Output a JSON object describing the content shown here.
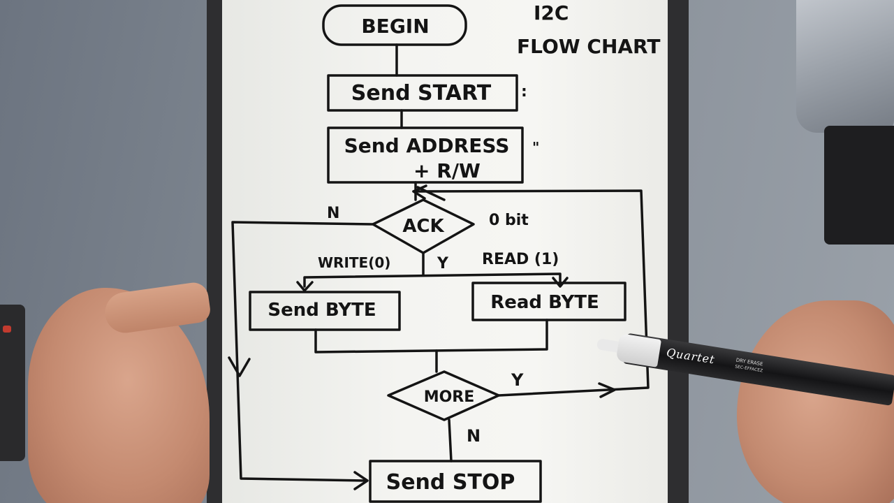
{
  "title": {
    "line1": "I2C",
    "line2": "FLOW CHART"
  },
  "nodes": {
    "begin": "BEGIN",
    "send_start": "Send START",
    "send_address_line1": "Send ADDRESS",
    "send_address_line2": "+ R/W",
    "ack": "ACK",
    "send_byte": "Send BYTE",
    "read_byte": "Read BYTE",
    "more": "MORE",
    "send_stop": "Send STOP"
  },
  "edge_labels": {
    "ack_no": "N",
    "ack_yes": "Y",
    "ack_note": "0 bit",
    "write_branch": "WRITE(0)",
    "read_branch": "READ (1)",
    "more_yes": "Y",
    "more_no": "N"
  },
  "annotations": {
    "start_ditto": ":",
    "address_ditto": "\""
  },
  "marker": {
    "brand": "Quartet",
    "sub_line1": "DRY ERASE",
    "sub_line2": "SEC-EFFACEZ"
  },
  "colors": {
    "ink": "#141414",
    "paper": "#f4f4f1",
    "board_edge": "#2e2e30",
    "background": "#7f8791"
  }
}
